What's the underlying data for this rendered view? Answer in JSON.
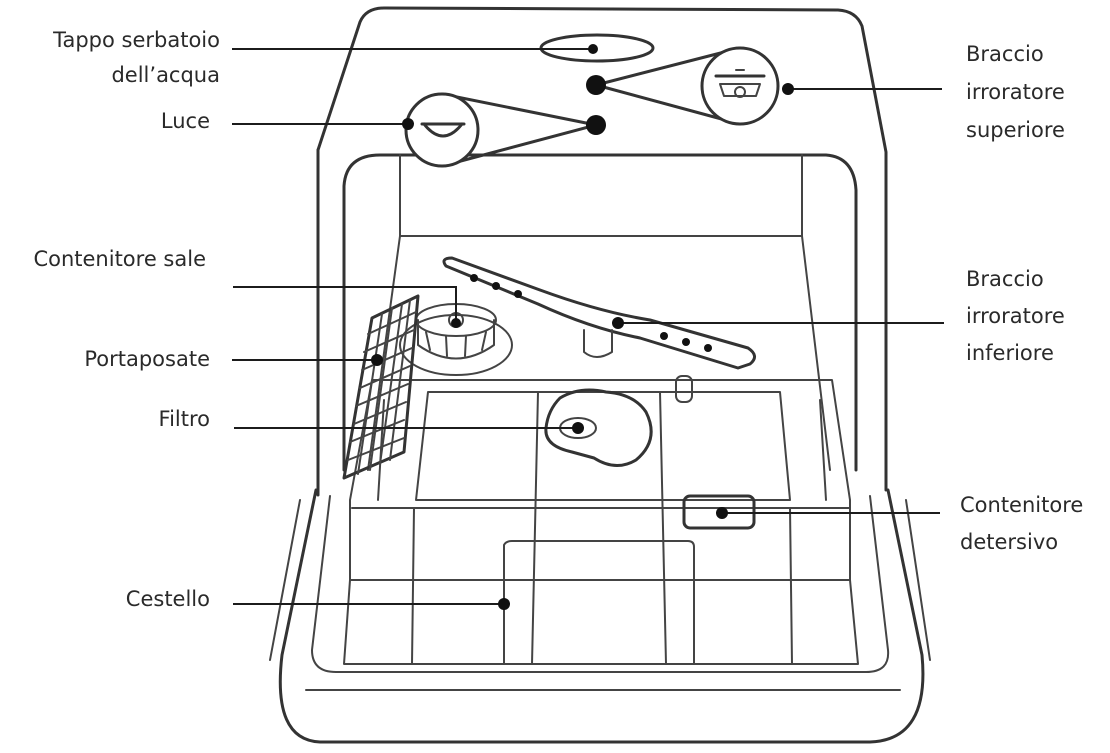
{
  "labels": {
    "water_tank_cap_1": "Tappo serbatoio",
    "water_tank_cap_2": "dell’acqua",
    "light": "Luce",
    "salt_container": "Contenitore sale",
    "cutlery_basket": "Portaposate",
    "filter": "Filtro",
    "basket": "Cestello",
    "upper_spray_arm_1": "Braccio",
    "upper_spray_arm_2": "irroratore",
    "upper_spray_arm_3": "superiore",
    "lower_spray_arm_1": "Braccio",
    "lower_spray_arm_2": "irroratore",
    "lower_spray_arm_3": "inferiore",
    "detergent_container_1": "Contenitore",
    "detergent_container_2": "detersivo"
  },
  "colors": {
    "line": "#1c1c1c",
    "text": "#2a2a2a",
    "background": "#ffffff"
  }
}
